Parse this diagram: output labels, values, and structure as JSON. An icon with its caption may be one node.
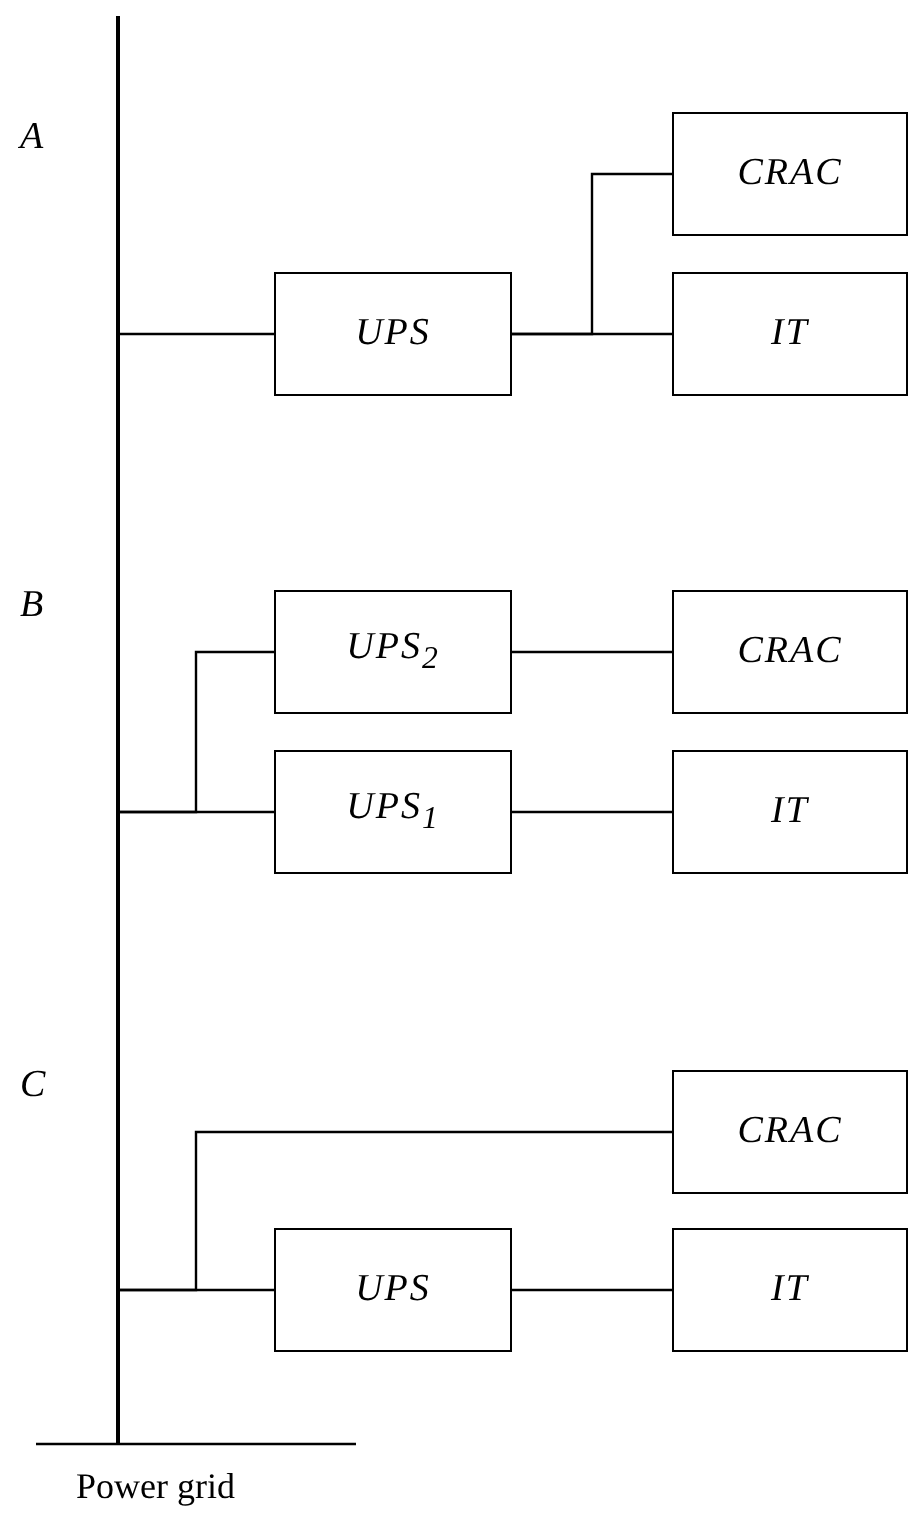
{
  "diagram": {
    "nodes": [
      {
        "text": [],
        "shape": "bar",
        "beside": [
          "Power grid"
        ]
      },
      {
        "text": [
          "CRAC"
        ]
      },
      {
        "text": [
          "UPS"
        ]
      },
      {
        "text": [
          "IT"
        ]
      },
      {
        "text": [
          "UPS$_{2}$"
        ]
      },
      {
        "text": [
          "CRAC"
        ]
      },
      {
        "text": [
          "UPS$_{1}$"
        ]
      },
      {
        "text": [
          "IT"
        ]
      },
      {
        "text": [
          "CRAC"
        ]
      },
      {
        "text": [
          "UPS"
        ]
      },
      {
        "text": [
          "IT"
        ]
      }
    ],
    "edges": [
      {
        "from": 0,
        "to": 2,
        "arrow": "none"
      },
      {
        "from": 2,
        "to": 1,
        "arrow": "none"
      },
      {
        "from": 2,
        "to": 3,
        "arrow": "none"
      },
      {
        "from": 0,
        "to": 4,
        "arrow": "none"
      },
      {
        "from": 0,
        "to": 6,
        "arrow": "none"
      },
      {
        "from": 4,
        "to": 5,
        "arrow": "none"
      },
      {
        "from": 6,
        "to": 7,
        "arrow": "none"
      },
      {
        "from": 0,
        "to": 8,
        "arrow": "none"
      },
      {
        "from": 0,
        "to": 9,
        "arrow": "none"
      },
      {
        "from": 9,
        "to": 10,
        "arrow": "none"
      }
    ],
    "labels": [
      "A",
      "B",
      "C"
    ]
  }
}
